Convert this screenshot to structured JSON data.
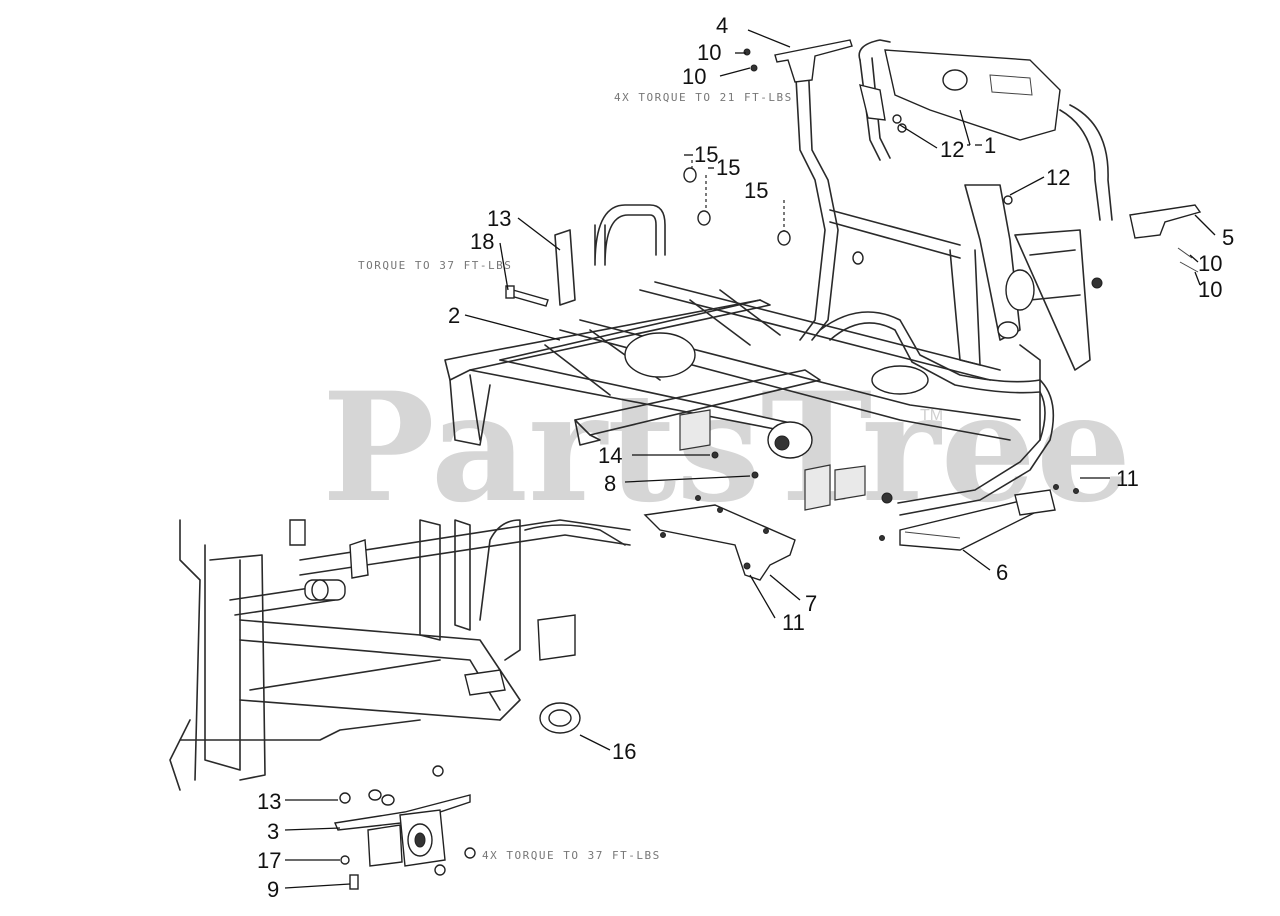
{
  "watermark": {
    "text": "PartsTree",
    "tm": "TM"
  },
  "torque_notes": {
    "top": "4X TORQUE TO 21 FT-LBS",
    "left": "TORQUE TO 37 FT-LBS",
    "bottom": "4X TORQUE TO 37 FT-LBS"
  },
  "callouts": {
    "c1": "1",
    "c2": "2",
    "c3": "3",
    "c4": "4",
    "c5": "5",
    "c6": "6",
    "c7": "7",
    "c8": "8",
    "c9": "9",
    "c10a": "10",
    "c10b": "10",
    "c10c": "10",
    "c10d": "10",
    "c11a": "11",
    "c11b": "11",
    "c12a": "12",
    "c12b": "12",
    "c13a": "13",
    "c13b": "13",
    "c14": "14",
    "c15a": "15",
    "c15b": "15",
    "c15c": "15",
    "c16": "16",
    "c17": "17",
    "c18": "18"
  }
}
